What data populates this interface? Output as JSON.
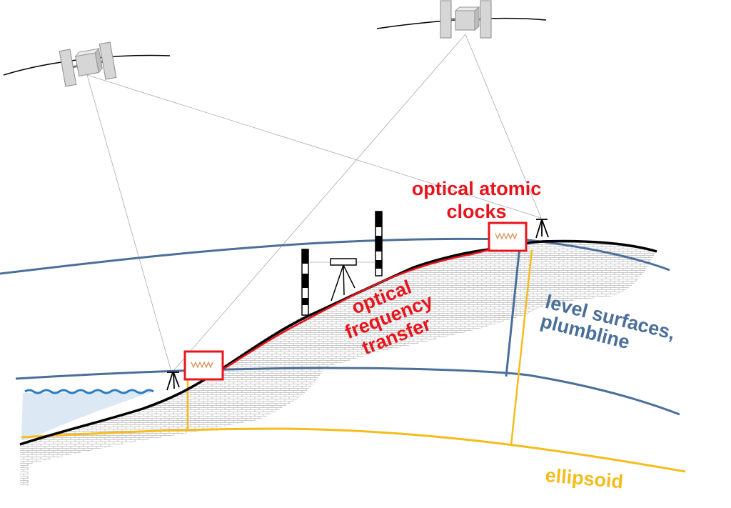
{
  "colors": {
    "clock_red": "#e8141c",
    "level_blue": "#4a6f9a",
    "ellipsoid_yellow": "#f5bc1c",
    "ground_black": "#000000",
    "water_blue": "#2e7bc4",
    "water_fill": "#dce8f4",
    "soil_pattern": "#b8b8b8",
    "satellite_gray": "#d6d6d6",
    "oscillator_orange": "#d98a4c"
  },
  "labels": {
    "optical_clocks_line1": "optical atomic",
    "optical_clocks_line2": "clocks",
    "frequency_transfer_line1": "optical",
    "frequency_transfer_line2": "frequency",
    "frequency_transfer_line3": "transfer",
    "level_surfaces_line1": "level surfaces,",
    "level_surfaces_line2": "plumbline",
    "ellipsoid": "ellipsoid"
  },
  "icons": {
    "satellites": [
      "satellite-icon",
      "satellite-icon"
    ],
    "tripods": [
      "gnss-tripod-icon",
      "gnss-tripod-icon",
      "leveling-instrument-icon"
    ],
    "rods": [
      "leveling-rod-icon",
      "leveling-rod-icon"
    ],
    "clocks": [
      "optical-clock-icon",
      "optical-clock-icon"
    ]
  }
}
